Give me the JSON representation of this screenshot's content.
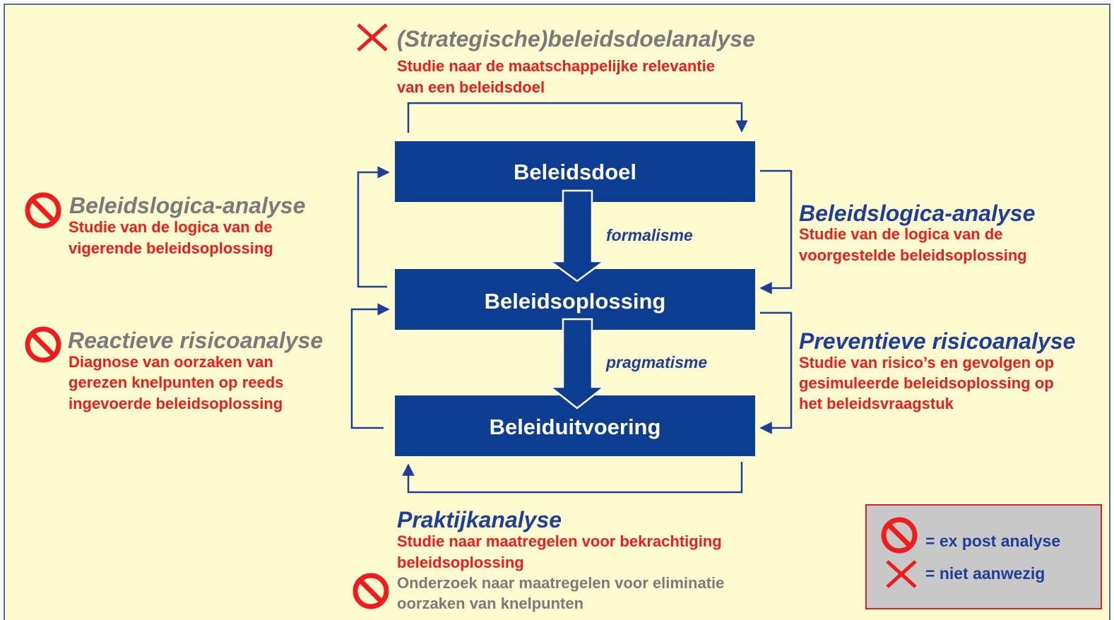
{
  "colors": {
    "background": "#fffbd0",
    "box_fill": "#0d3d91",
    "blue_text": "#1f3f96",
    "red_text": "#ee1c1c",
    "grey_text": "#7a7a7a",
    "legend_bg": "#c8c8c8",
    "legend_border": "#e02020"
  },
  "boxes": {
    "beleidsdoel": "Beleidsdoel",
    "beleidsoplossing": "Beleidsoplossing",
    "beleiduitvoering": "Beleiduitvoering"
  },
  "arrows": {
    "formalisme": "formalisme",
    "pragmatisme": "pragmatisme"
  },
  "top": {
    "marker": "not-present",
    "title": "(Strategische)beleidsdoelanalyse",
    "desc": [
      "Studie naar de maatschappelijke relevantie",
      "van een beleidsdoel"
    ]
  },
  "left_upper": {
    "marker": "ex-post",
    "title": "Beleidslogica-analyse",
    "desc": [
      "Studie van de logica van de",
      "vigerende beleidsoplossing"
    ]
  },
  "left_lower": {
    "marker": "ex-post",
    "title": "Reactieve risicoanalyse",
    "desc": [
      "Diagnose van oorzaken van",
      "gerezen knelpunten op reeds",
      "ingevoerde beleidsoplossing"
    ]
  },
  "right_upper": {
    "title": "Beleidslogica-analyse",
    "desc": [
      "Studie van de logica van de",
      "voorgestelde beleidsoplossing"
    ]
  },
  "right_lower": {
    "title": "Preventieve risicoanalyse",
    "desc": [
      "Studie van risico’s en gevolgen op",
      "gesimuleerde beleidsoplossing op",
      "het beleidsvraagstuk"
    ]
  },
  "bottom": {
    "title": "Praktijkanalyse",
    "desc": [
      "Studie naar maatregelen voor bekrachtiging",
      "beleidsoplossing"
    ],
    "sub_marker": "ex-post",
    "sub_desc": [
      "Onderzoek naar maatregelen voor eliminatie",
      "oorzaken van knelpunten"
    ]
  },
  "legend": {
    "ex_post": "= ex post analyse",
    "not_present": "= niet aanwezig"
  }
}
